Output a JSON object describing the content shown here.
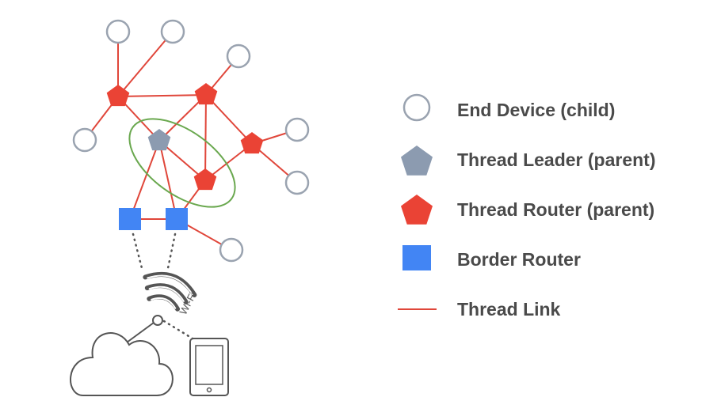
{
  "diagram": {
    "wifi_label": "Wi-Fi"
  },
  "legend": {
    "items": [
      {
        "key": "end_device",
        "label": "End Device (child)"
      },
      {
        "key": "leader",
        "label": "Thread Leader (parent)"
      },
      {
        "key": "router",
        "label": "Thread Router (parent)"
      },
      {
        "key": "border_router",
        "label": "Border Router"
      },
      {
        "key": "link",
        "label": "Thread Link"
      }
    ]
  },
  "colors": {
    "router": "#ea4335",
    "leader": "#8c9bb0",
    "border_router": "#4285f4",
    "end_device_stroke": "#9aa3b0",
    "link": "#e0463a",
    "ellipse": "#6aa84f",
    "outline": "#555555",
    "text": "#4a4a4a"
  }
}
